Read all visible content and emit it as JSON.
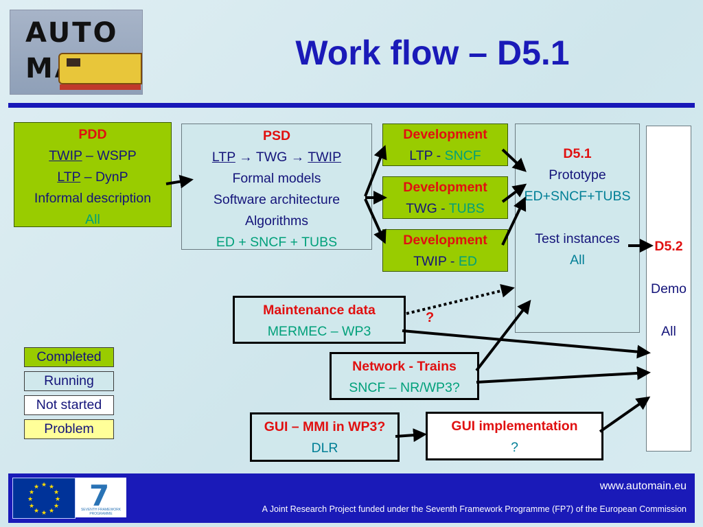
{
  "logo": {
    "line1": "UTO",
    "line1_lead": "A",
    "line2": "MAIN",
    "alt": "AUTO MAIN"
  },
  "title": "Work flow – D5.1",
  "boxes": {
    "pdd": {
      "heading": "PDD",
      "twip": "TWIP",
      "wspp": " – WSPP",
      "ltp": "LTP",
      "dynp": " – DynP",
      "informal": "Informal description",
      "who": "All"
    },
    "psd": {
      "heading": "PSD",
      "ltp": "LTP",
      "twg": "TWG",
      "twip": "TWIP",
      "formal": "Formal models",
      "arch": "Software architecture",
      "algo": "Algorithms",
      "who": "ED + SNCF + TUBS"
    },
    "dev_ltp": {
      "heading": "Development",
      "item": "LTP - ",
      "who": "SNCF"
    },
    "dev_twg": {
      "heading": "Development",
      "item": "TWG - ",
      "who": "TUBS"
    },
    "dev_twip": {
      "heading": "Development",
      "item": "TWIP - ",
      "who": "ED"
    },
    "d51": {
      "heading": "D5.1",
      "prototype": "Prototype",
      "proto_who": "ED+SNCF+TUBS",
      "test": "Test instances",
      "test_who": "All"
    },
    "d52": {
      "heading": "D5.2",
      "demo": "Demo",
      "who": "All"
    },
    "maintenance": {
      "heading": "Maintenance data",
      "who": "MERMEC – WP3"
    },
    "network": {
      "heading": "Network - Trains",
      "who": "SNCF – NR/WP3?"
    },
    "gui_mmi": {
      "heading": "GUI – MMI in WP3?",
      "who": "DLR"
    },
    "gui_impl": {
      "heading": "GUI implementation",
      "who": "?"
    }
  },
  "question_mark": "?",
  "legend": [
    "Completed",
    "Running",
    "Not started",
    "Problem"
  ],
  "colors": {
    "completed": "#99cc00",
    "running": "#d0e8ec",
    "not_started": "#ffffff",
    "problem": "#ffff99",
    "title": "#1a1ab8",
    "accent_red": "#e01010"
  },
  "footer": {
    "url": "www.automain.eu",
    "note": "A Joint Research Project funded under the Seventh Framework Programme (FP7) of the European Commission",
    "fp7_label": "7",
    "fp7_caption": "SEVENTH FRAMEWORK PROGRAMME"
  }
}
